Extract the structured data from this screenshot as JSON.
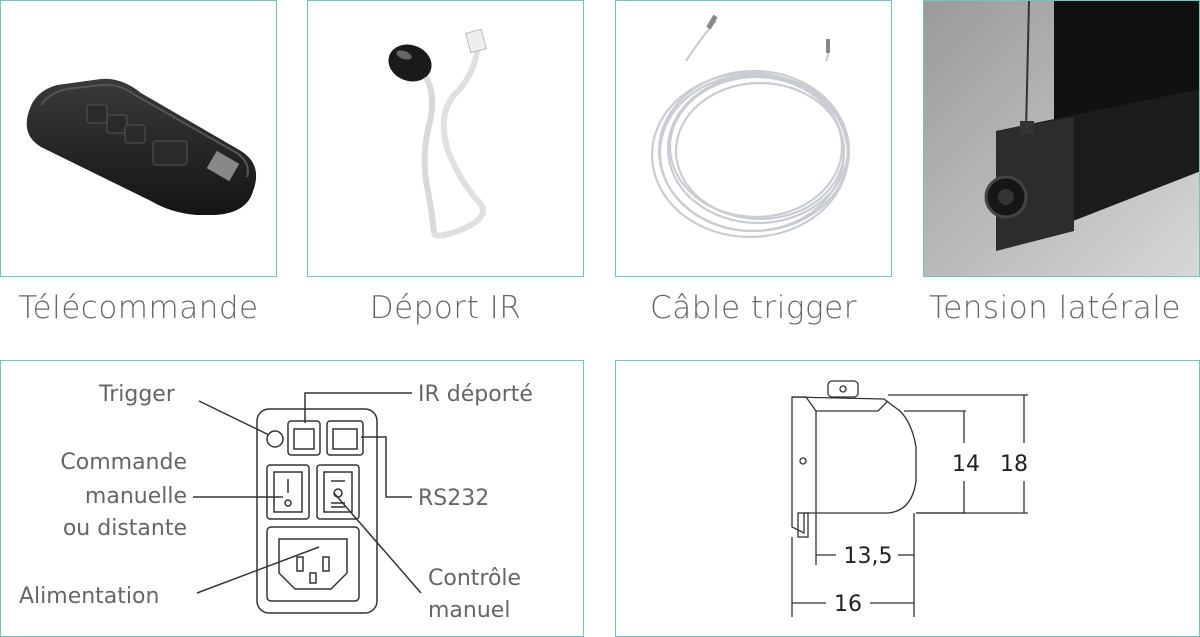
{
  "products": [
    {
      "caption": "Télécommande"
    },
    {
      "caption": "Déport IR"
    },
    {
      "caption": "Câble trigger"
    },
    {
      "caption": "Tension latérale"
    }
  ],
  "connector_diagram": {
    "trigger": "Trigger",
    "ir_remote": "IR déporté",
    "command_line1": "Commande",
    "command_line2": "manuelle",
    "command_line3": "ou distante",
    "rs232": "RS232",
    "power": "Alimentation",
    "manual_line1": "Contrôle",
    "manual_line2": "manuel"
  },
  "dimension_drawing": {
    "inner_height": "14",
    "outer_height": "18",
    "inner_width": "13,5",
    "outer_width": "16"
  }
}
